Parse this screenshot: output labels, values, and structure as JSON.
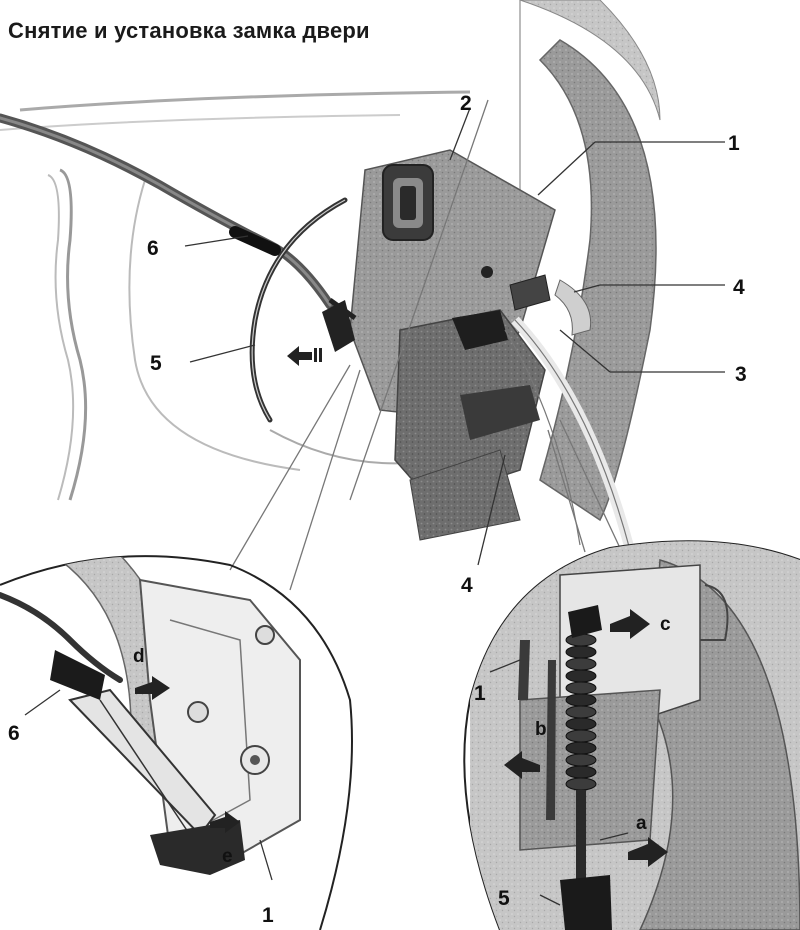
{
  "title": "Снятие и установка замка двери",
  "callouts": {
    "n1_top": "1",
    "n2": "2",
    "n3": "3",
    "n4_right": "4",
    "n4_bottom": "4",
    "n5_main": "5",
    "n6_main": "6",
    "n6_left": "6",
    "n1_left_bottom": "1",
    "n1_right_detail": "1",
    "n5_right_detail": "5"
  },
  "letters": {
    "a": "a",
    "b": "b",
    "c": "c",
    "d": "d",
    "e": "e"
  }
}
